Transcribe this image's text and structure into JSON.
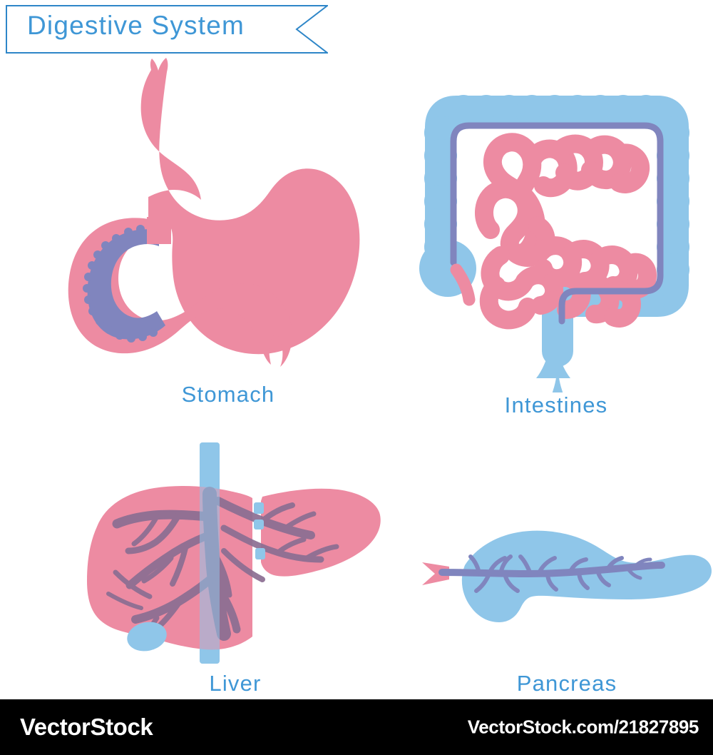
{
  "header": {
    "title": "Digestive System",
    "ribbon_shape": "banner-with-notched-right-edge",
    "title_color": "#3f97d6",
    "ribbon_border_color": "#2e86c8"
  },
  "palette": {
    "pink": "#ED8BA2",
    "pink_light": "#F09BB0",
    "blue": "#8FC6E9",
    "blue_light": "#9CCBEA",
    "purple": "#8085BE",
    "purple_vein": "#8B6E92",
    "label_blue": "#3f97d6",
    "background": "#FFFFFF",
    "footer_bg": "#000000",
    "footer_text": "#FFFFFF"
  },
  "organs": [
    {
      "id": "stomach",
      "label": "Stomach",
      "icon_name": "stomach-illustration",
      "parts": [
        "esophagus",
        "fundus",
        "body",
        "pylorus",
        "duodenum",
        "duodenal-lining"
      ],
      "colors": {
        "body": "#ED8BA2",
        "lining": "#8085BE"
      }
    },
    {
      "id": "intestines",
      "label": "Intestines",
      "icon_name": "intestines-illustration",
      "parts": [
        "large-intestine",
        "small-intestine",
        "colon-duct-line",
        "cecum",
        "appendix",
        "rectum"
      ],
      "colors": {
        "large_intestine": "#8FC6E9",
        "small_intestine": "#ED8BA2",
        "duct": "#8085BE"
      }
    },
    {
      "id": "liver",
      "label": "Liver",
      "icon_name": "liver-illustration",
      "parts": [
        "right-lobe",
        "left-lobe",
        "hepatic-veins",
        "vena-cava",
        "gallbladder"
      ],
      "colors": {
        "lobes": "#ED8BA2",
        "veins": "#8B6E92",
        "vessel": "#8FC6E9"
      }
    },
    {
      "id": "pancreas",
      "label": "Pancreas",
      "icon_name": "pancreas-illustration",
      "parts": [
        "head",
        "body",
        "tail",
        "pancreatic-duct",
        "duodenal-tip"
      ],
      "colors": {
        "gland": "#8FC6E9",
        "duct": "#8085BE",
        "tip": "#ED8BA2"
      }
    }
  ],
  "footer": {
    "brand": "VectorStock",
    "url": "VectorStock.com/21827895"
  }
}
